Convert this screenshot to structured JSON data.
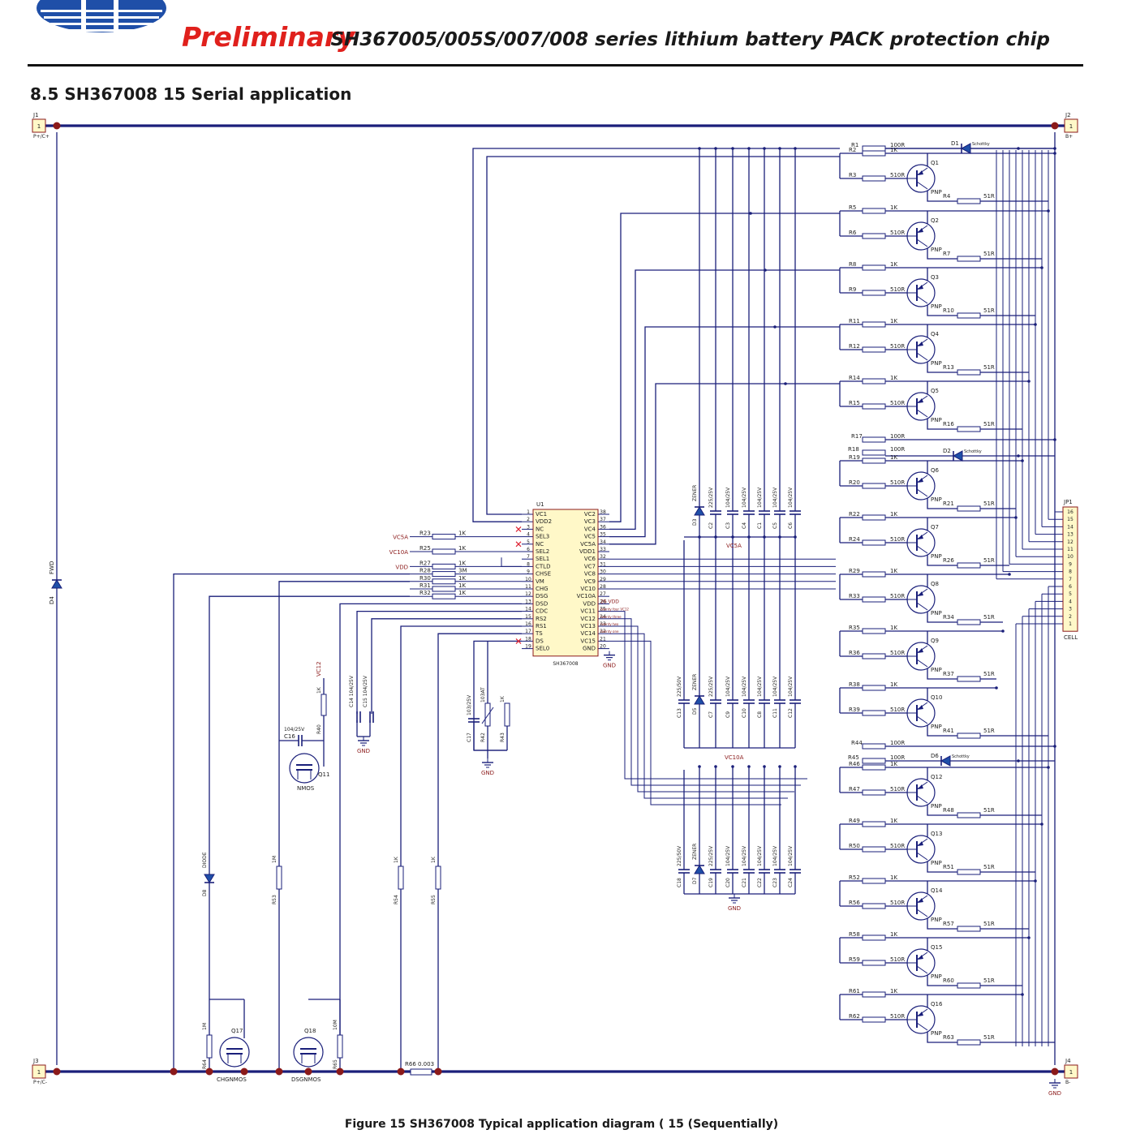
{
  "header": {
    "status": "Preliminary",
    "doc_title": "SH367005/005S/007/008 series lithium battery PACK protection chip",
    "brand_color": "#1f4fa8",
    "accent_color": "#e0201c"
  },
  "section_title": "8.5 SH367008 15 Serial application",
  "caption": "Figure 15 SH367008 Typical application diagram ( 15 (Sequentially)",
  "connectors": {
    "j1": {
      "ref": "J1",
      "pin": "1",
      "net": "P+/C+"
    },
    "j2": {
      "ref": "J2",
      "pin": "1",
      "net": "B+"
    },
    "j3": {
      "ref": "J3",
      "pin": "1",
      "net": "P+/C-"
    },
    "j4": {
      "ref": "J4",
      "pin": "1",
      "net": "B-"
    },
    "jp1": {
      "ref": "JP1",
      "name": "CELL",
      "pins": [
        "16",
        "15",
        "14",
        "13",
        "12",
        "11",
        "10",
        "9",
        "8",
        "7",
        "6",
        "5",
        "4",
        "3",
        "2",
        "1"
      ]
    }
  },
  "ic": {
    "ref": "U1",
    "part": "SH367008",
    "left_pins": [
      {
        "num": "1",
        "name": "VC1"
      },
      {
        "num": "2",
        "name": "VDD2"
      },
      {
        "num": "3",
        "name": "NC"
      },
      {
        "num": "4",
        "name": "SEL3"
      },
      {
        "num": "5",
        "name": "NC"
      },
      {
        "num": "6",
        "name": "SEL2"
      },
      {
        "num": "7",
        "name": "SEL1"
      },
      {
        "num": "8",
        "name": "CTLD"
      },
      {
        "num": "9",
        "name": "CHSE"
      },
      {
        "num": "10",
        "name": "VM"
      },
      {
        "num": "11",
        "name": "CHG"
      },
      {
        "num": "12",
        "name": "DSG"
      },
      {
        "num": "13",
        "name": "DSD"
      },
      {
        "num": "14",
        "name": "CDC"
      },
      {
        "num": "15",
        "name": "RS2"
      },
      {
        "num": "16",
        "name": "RS1"
      },
      {
        "num": "17",
        "name": "TS"
      },
      {
        "num": "18",
        "name": "DS"
      },
      {
        "num": "19",
        "name": "SEL0"
      }
    ],
    "right_pins": [
      {
        "num": "38",
        "name": "VC2"
      },
      {
        "num": "37",
        "name": "VC3"
      },
      {
        "num": "36",
        "name": "VC4"
      },
      {
        "num": "35",
        "name": "VC5"
      },
      {
        "num": "34",
        "name": "VC5A"
      },
      {
        "num": "33",
        "name": "VDD1"
      },
      {
        "num": "32",
        "name": "VC6"
      },
      {
        "num": "31",
        "name": "VC7"
      },
      {
        "num": "30",
        "name": "VC8"
      },
      {
        "num": "29",
        "name": "VC9"
      },
      {
        "num": "28",
        "name": "VC10"
      },
      {
        "num": "27",
        "name": "VC10A"
      },
      {
        "num": "26",
        "name": "VDD"
      },
      {
        "num": "25",
        "name": "VC11"
      },
      {
        "num": "24",
        "name": "VC12"
      },
      {
        "num": "23",
        "name": "VC13"
      },
      {
        "num": "22",
        "name": "VC14"
      },
      {
        "num": "21",
        "name": "VC15"
      },
      {
        "num": "20",
        "name": "GND"
      }
    ]
  },
  "input_resistors": [
    {
      "net": "VC5A",
      "ref": "R23",
      "value": "1K"
    },
    {
      "net": "VC10A",
      "ref": "R25",
      "value": "1K"
    },
    {
      "net": "VDD",
      "ref": "R27",
      "value": "1K"
    },
    {
      "net": "",
      "ref": "R28",
      "value": "3M"
    },
    {
      "net": "",
      "ref": "R30",
      "value": "1K"
    },
    {
      "net": "",
      "ref": "R31",
      "value": "1K"
    },
    {
      "net": "",
      "ref": "R32",
      "value": "1K"
    }
  ],
  "right_net_labels": [
    "26 VDD",
    "twenty four VC12",
    "twenty three",
    "twenty two",
    "twenty one"
  ],
  "balance_stages": [
    {
      "q": "Q1",
      "ra": "R2",
      "ra_val": "1K",
      "rb": "R3",
      "rb_val": "510R",
      "rc": "R4",
      "rc_val": "51R",
      "type": "PNP"
    },
    {
      "q": "Q2",
      "ra": "R5",
      "ra_val": "1K",
      "rb": "R6",
      "rb_val": "510R",
      "rc": "R7",
      "rc_val": "51R",
      "type": "PNP"
    },
    {
      "q": "Q3",
      "ra": "R8",
      "ra_val": "1K",
      "rb": "R9",
      "rb_val": "510R",
      "rc": "R10",
      "rc_val": "51R",
      "type": "PNP"
    },
    {
      "q": "Q4",
      "ra": "R11",
      "ra_val": "1K",
      "rb": "R12",
      "rb_val": "510R",
      "rc": "R13",
      "rc_val": "51R",
      "type": "PNP"
    },
    {
      "q": "Q5",
      "ra": "R14",
      "ra_val": "1K",
      "rb": "R15",
      "rb_val": "510R",
      "rc": "R16",
      "rc_val": "51R",
      "type": "PNP"
    },
    {
      "q": "Q6",
      "ra": "R19",
      "ra_val": "1K",
      "rb": "R20",
      "rb_val": "510R",
      "rc": "R21",
      "rc_val": "51R",
      "type": "PNP"
    },
    {
      "q": "Q7",
      "ra": "R22",
      "ra_val": "1K",
      "rb": "R24",
      "rb_val": "510R",
      "rc": "R26",
      "rc_val": "51R",
      "type": "PNP"
    },
    {
      "q": "Q8",
      "ra": "R29",
      "ra_val": "1K",
      "rb": "R33",
      "rb_val": "510R",
      "rc": "R34",
      "rc_val": "51R",
      "type": "PNP"
    },
    {
      "q": "Q9",
      "ra": "R35",
      "ra_val": "1K",
      "rb": "R36",
      "rb_val": "510R",
      "rc": "R37",
      "rc_val": "51R",
      "type": "PNP"
    },
    {
      "q": "Q10",
      "ra": "R38",
      "ra_val": "1K",
      "rb": "R39",
      "rb_val": "510R",
      "rc": "R41",
      "rc_val": "51R",
      "type": "PNP"
    },
    {
      "q": "Q12",
      "ra": "R46",
      "ra_val": "1K",
      "rb": "R47",
      "rb_val": "510R",
      "rc": "R48",
      "rc_val": "51R",
      "type": "PNP"
    },
    {
      "q": "Q13",
      "ra": "R49",
      "ra_val": "1K",
      "rb": "R50",
      "rb_val": "510R",
      "rc": "R51",
      "rc_val": "51R",
      "type": "PNP"
    },
    {
      "q": "Q14",
      "ra": "R52",
      "ra_val": "1K",
      "rb": "R56",
      "rb_val": "510R",
      "rc": "R57",
      "rc_val": "51R",
      "type": "PNP"
    },
    {
      "q": "Q15",
      "ra": "R58",
      "ra_val": "1K",
      "rb": "R59",
      "rb_val": "510R",
      "rc": "R60",
      "rc_val": "51R",
      "type": "PNP"
    },
    {
      "q": "Q16",
      "ra": "R61",
      "ra_val": "1K",
      "rb": "R62",
      "rb_val": "510R",
      "rc": "R63",
      "rc_val": "51R",
      "type": "PNP"
    }
  ],
  "group_heads": [
    {
      "r_top": "R1",
      "r_top_val": "100R",
      "diode": "D1",
      "diode_name": "Schottky"
    },
    {
      "r_top": "R17",
      "r_top_val": "100R",
      "r_mid": "R18",
      "r_mid_val": "100R",
      "diode": "D2",
      "diode_name": "Schottky"
    },
    {
      "r_top": "R44",
      "r_top_val": "100R",
      "r_mid": "R45",
      "r_mid_val": "100R",
      "diode": "D6",
      "diode_name": "Schottky"
    }
  ],
  "cap_banks": [
    {
      "net": "VC5A",
      "zener": "D3",
      "zener_name": "ZENER",
      "caps": [
        {
          "ref": "C2",
          "val": "225/25V"
        },
        {
          "ref": "C3",
          "val": "104/25V"
        },
        {
          "ref": "C4",
          "val": "104/25V"
        },
        {
          "ref": "C1",
          "val": "104/25V"
        },
        {
          "ref": "C5",
          "val": "104/25V"
        },
        {
          "ref": "C6",
          "val": "104/25V"
        }
      ]
    },
    {
      "net": "VC10A",
      "zener": "D5",
      "zener_name": "ZENER",
      "first": {
        "ref": "C13",
        "val": "225/50V"
      },
      "caps": [
        {
          "ref": "C7",
          "val": "225/25V"
        },
        {
          "ref": "C9",
          "val": "104/25V"
        },
        {
          "ref": "C10",
          "val": "104/25V"
        },
        {
          "ref": "C8",
          "val": "104/25V"
        },
        {
          "ref": "C11",
          "val": "104/25V"
        },
        {
          "ref": "C12",
          "val": "104/25V"
        }
      ]
    },
    {
      "net": "GND",
      "zener": "D7",
      "zener_name": "ZENER",
      "first": {
        "ref": "C18",
        "val": "225/50V"
      },
      "caps": [
        {
          "ref": "C19",
          "val": "225/25V"
        },
        {
          "ref": "C20",
          "val": "104/25V"
        },
        {
          "ref": "C21",
          "val": "104/25V"
        },
        {
          "ref": "C22",
          "val": "104/25V"
        },
        {
          "ref": "C23",
          "val": "104/25V"
        },
        {
          "ref": "C24",
          "val": "104/25V"
        }
      ]
    }
  ],
  "misc": {
    "d4": {
      "ref": "D4",
      "name": "FWD"
    },
    "d8": {
      "ref": "D8",
      "name": "DIODE"
    },
    "c14": {
      "ref": "C14",
      "val": "104/25V"
    },
    "c15": {
      "ref": "C15",
      "val": "104/25V"
    },
    "c16": {
      "ref": "C16",
      "val": "104/25V"
    },
    "c17": {
      "ref": "C17",
      "val": "103/25V"
    },
    "r40": {
      "ref": "R40",
      "val": "1K"
    },
    "vc12": "VC12",
    "r42": {
      "ref": "R42",
      "val": "103AT"
    },
    "r43": {
      "ref": "R43",
      "val": "1K"
    },
    "q11": {
      "ref": "Q11",
      "type": "NMOS"
    },
    "q17": {
      "ref": "Q17",
      "type": "CHGNMOS"
    },
    "q18": {
      "ref": "Q18",
      "type": "DSGNMOS"
    },
    "r53": {
      "ref": "R53",
      "val": "1M"
    },
    "r54": {
      "ref": "R54",
      "val": "1K"
    },
    "r55": {
      "ref": "R55",
      "val": "1K"
    },
    "r64": {
      "ref": "R64",
      "val": "1M"
    },
    "r65": {
      "ref": "R65",
      "val": "10M"
    },
    "r66": {
      "ref": "R66",
      "val": "0.003"
    },
    "gnd": "GND",
    "vc5a": "VC5A",
    "vc10a": "VC10A"
  }
}
